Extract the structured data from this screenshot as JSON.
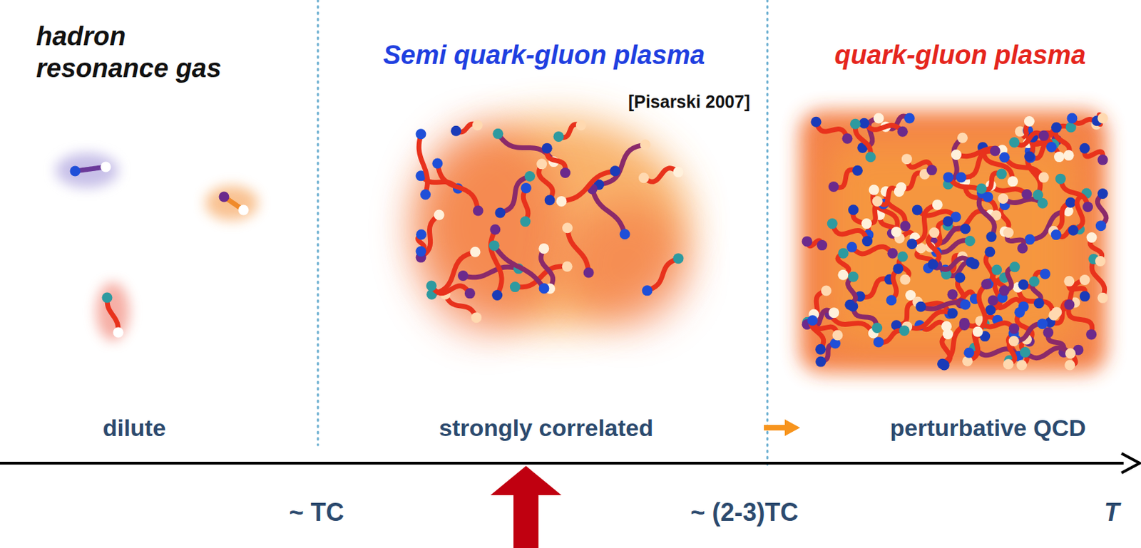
{
  "diagram": {
    "nodes": [
      {
        "text": [
          "hadron resonance gas",
          "dilute"
        ]
      },
      {
        "text": [
          "Semi quark-gluon plasma",
          "[Pisarski 2007]",
          "strongly correlated"
        ]
      },
      {
        "text": [
          "quark-gluon plasma",
          "perturbative QCD"
        ]
      }
    ],
    "labels": [
      "~ TC",
      "~ (2-3)TC",
      "T"
    ]
  }
}
